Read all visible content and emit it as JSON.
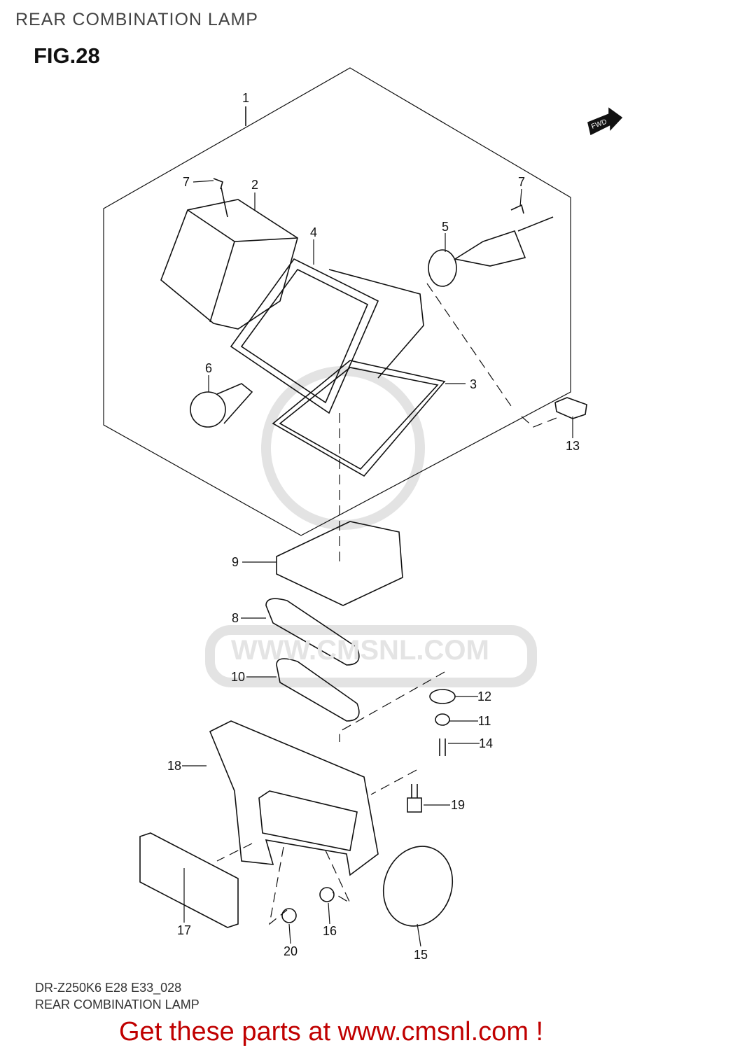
{
  "header": {
    "title": "REAR COMBINATION LAMP",
    "figure": "FIG.28"
  },
  "diagram": {
    "direction_marker": "FWD",
    "watermark": "WWW.CMSNL.COM",
    "callouts": [
      "1",
      "2",
      "7",
      "7",
      "4",
      "5",
      "6",
      "3",
      "13",
      "9",
      "8",
      "10",
      "12",
      "11",
      "14",
      "18",
      "19",
      "17",
      "16",
      "20",
      "15"
    ]
  },
  "footer": {
    "model_code": "DR-Z250K6 E28 E33_028",
    "caption": "REAR COMBINATION LAMP",
    "promo": "Get these parts at www.cmsnl.com !",
    "promo_color": "#c00000"
  }
}
